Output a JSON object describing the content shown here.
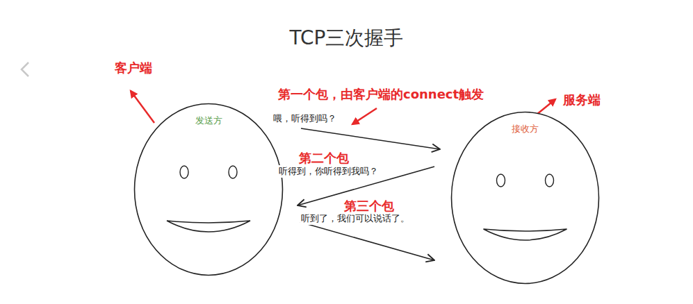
{
  "diagram": {
    "title": "TCP三次握手",
    "nodes": [
      {
        "text": [
          "发送方"
        ]
      },
      {
        "text": [
          "接收方"
        ]
      }
    ],
    "edges": [
      {
        "from": 0,
        "to": 1,
        "arrow": "to",
        "label": "喂，听得到吗？"
      },
      {
        "from": 1,
        "to": 0,
        "arrow": "to",
        "label": "听得到，你听得到我吗？"
      },
      {
        "from": 0,
        "to": 1,
        "arrow": "to",
        "label": "听到了，我们可以说话了。"
      }
    ],
    "labels": [
      "客户端",
      "服务端",
      "第一个包，由客户端的connect触发",
      "第二个包",
      "第三个包"
    ]
  }
}
